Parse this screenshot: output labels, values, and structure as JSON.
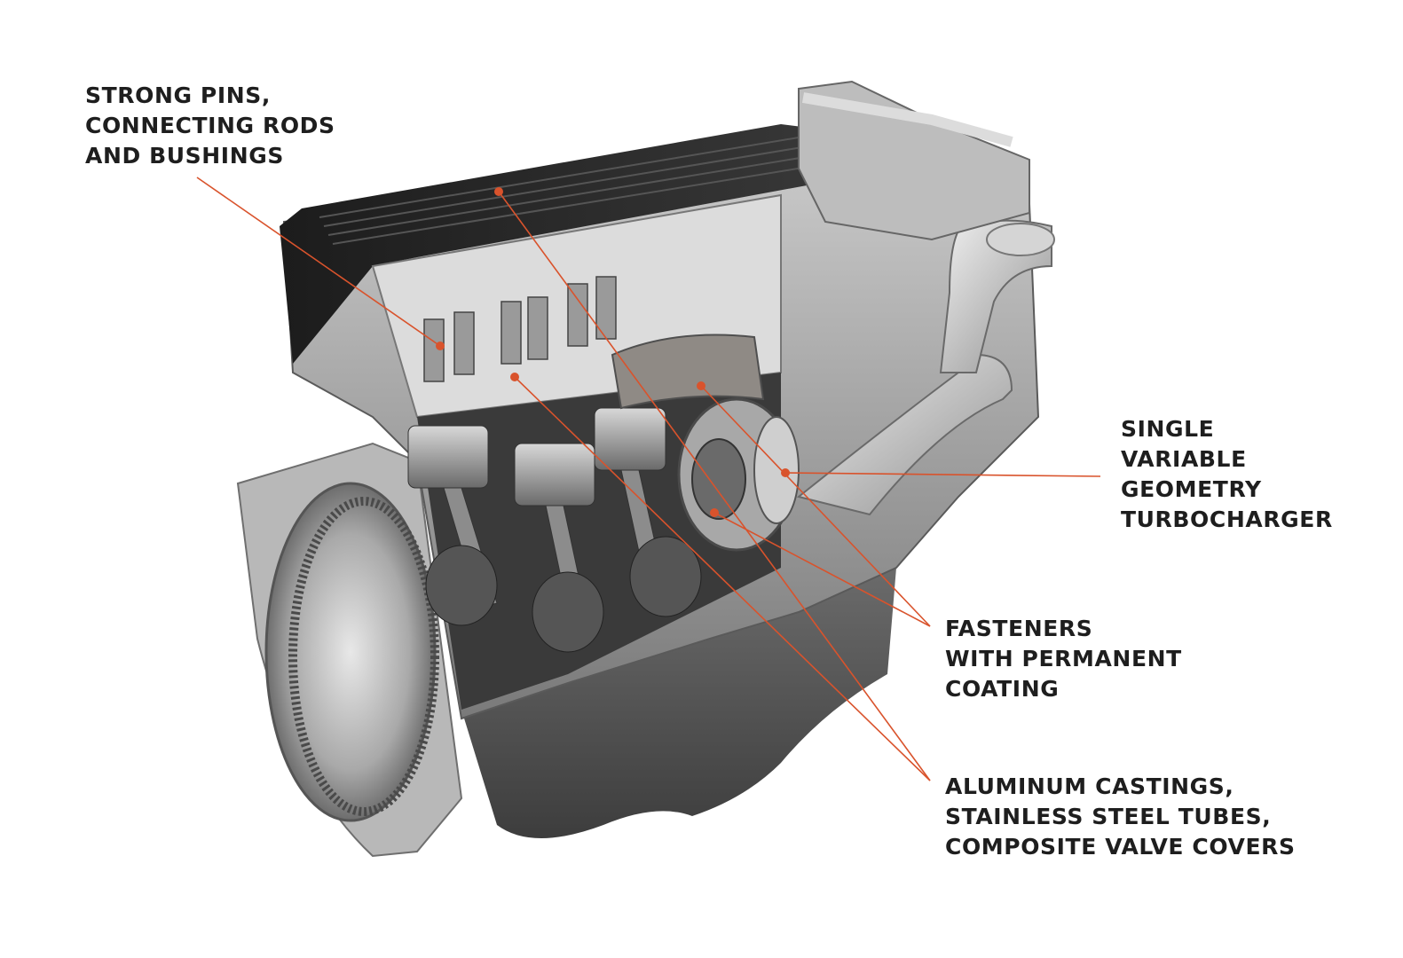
{
  "callouts": {
    "pins": {
      "lines": [
        "STRONG PINS,",
        "CONNECTING RODS",
        "AND BUSHINGS"
      ]
    },
    "turbo": {
      "lines": [
        "SINGLE",
        "VARIABLE",
        "GEOMETRY",
        "TURBOCHARGER"
      ]
    },
    "fasteners": {
      "lines": [
        "FASTENERS",
        "WITH PERMANENT",
        "COATING"
      ]
    },
    "aluminum": {
      "lines": [
        "ALUMINUM CASTINGS,",
        "STAINLESS STEEL TUBES,",
        "COMPOSITE VALVE COVERS"
      ]
    }
  },
  "colors": {
    "leader": "#d9532c",
    "text": "#1e1e1e",
    "background": "#ffffff"
  },
  "illustration": {
    "subject": "engine-cutaway"
  }
}
